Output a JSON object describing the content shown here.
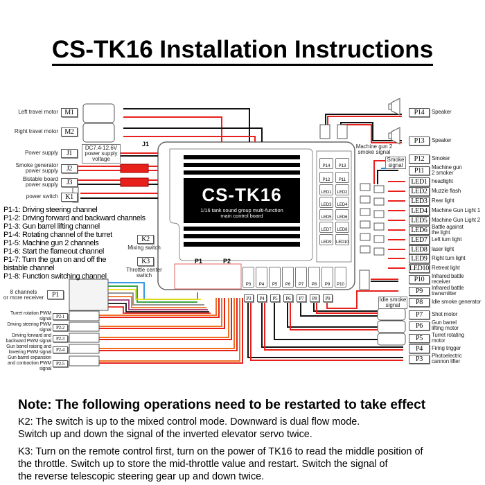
{
  "title": "CS-TK16 Installation Instructions",
  "board": {
    "name": "CS-TK16",
    "subtitle": "1/16 tank sound group multi-function\nmain control board",
    "p1_header": "P1",
    "p2_header": "P2",
    "j1_label": "J1",
    "power_supply_voltage": "DC7.4-12.6V\npower supply\nvoltage",
    "smoke_signal": "Smoke\nsignal",
    "idle_smoke_signal": "Idle smoke\nsignal",
    "mg2_smoke_signal": "Machine gun 2\nsmoke signal",
    "onboard_ports": [
      "P14",
      "P13",
      "P12",
      "P11",
      "LED1",
      "LED2",
      "LED3",
      "LED4",
      "LED5",
      "LED6",
      "LED7",
      "LED8",
      "LED9",
      "LED10"
    ],
    "bottom_ports": [
      "P3",
      "P4",
      "P5",
      "P6",
      "P7",
      "P8",
      "P9",
      "P10"
    ]
  },
  "left_items": [
    {
      "tag": "M1",
      "label": "Left travel motor"
    },
    {
      "tag": "M2",
      "label": "Right travel motor"
    },
    {
      "tag": "J1",
      "label": "Power supply"
    },
    {
      "tag": "J2",
      "label": "Smoke generator\npower supply"
    },
    {
      "tag": "J3",
      "label": "Bistable board\npower supply"
    },
    {
      "tag": "K1",
      "label": "power switch"
    }
  ],
  "switches": [
    {
      "tag": "K2",
      "label": "Mixing switch"
    },
    {
      "tag": "K3",
      "label": "Throttle center\nswitch"
    }
  ],
  "p1_channels": [
    "P1-1: Driving steering channel",
    "P1-2: Driving forward and backward channels",
    "P1-3: Gun barrel lifting channel",
    "P1-4: Rotating channel of the turret",
    "P1-5: Machine gun 2 channels",
    "P1-6: Start the flameout channel",
    "P1-7: Turn the gun on and off the\nbistable channel",
    "P1-8: Function switching channel"
  ],
  "receiver": {
    "tag": "P1",
    "label": "8 channels\nor more receiver"
  },
  "pwm_items": [
    {
      "tag": "P2-1",
      "label": "Turret rotation PWM\nsignal"
    },
    {
      "tag": "P2-2",
      "label": "Driving steering PWM\nsignal"
    },
    {
      "tag": "P2-3",
      "label": "Driving forward and\nbackward PWM signal"
    },
    {
      "tag": "P2-4",
      "label": "Gun barrel raising and\nlowering PWM signal"
    },
    {
      "tag": "P2-5",
      "label": "Gun barrel expansion\nand contraction PWM\nsignal"
    }
  ],
  "right_items": [
    {
      "tag": "P14",
      "label": "Speaker"
    },
    {
      "tag": "P13",
      "label": "Speaker"
    },
    {
      "tag": "P12",
      "label": "Smoker"
    },
    {
      "tag": "P11",
      "label": "Machine gun\n2 smoker"
    },
    {
      "tag": "LED1",
      "label": "headlight"
    },
    {
      "tag": "LED2",
      "label": "Muzzle flash"
    },
    {
      "tag": "LED3",
      "label": "Rear light"
    },
    {
      "tag": "LED4",
      "label": "Machine Gun Light 1"
    },
    {
      "tag": "LED5",
      "label": "Machine Gun Light 2"
    },
    {
      "tag": "LED6",
      "label": "Battle against\nthe light"
    },
    {
      "tag": "LED7",
      "label": "Left turn light"
    },
    {
      "tag": "LED8",
      "label": "laser light"
    },
    {
      "tag": "LED9",
      "label": "Right turn light"
    },
    {
      "tag": "LED10",
      "label": "Retreat light"
    },
    {
      "tag": "P10",
      "label": "Infrared battle\nreceiver"
    },
    {
      "tag": "P9",
      "label": "Infrared battle\ntransmitter"
    },
    {
      "tag": "P8",
      "label": "Idle smoke generator"
    },
    {
      "tag": "P7",
      "label": "Shot motor"
    },
    {
      "tag": "P6",
      "label": "Gun barrel\nlifting motor"
    },
    {
      "tag": "P5",
      "label": "Turret rotating\nmotor"
    },
    {
      "tag": "P4",
      "label": "Firing trigger"
    },
    {
      "tag": "P3",
      "label": "Photoelectric\ncannon lifter"
    }
  ],
  "notes": {
    "heading": "Note: The following operations need to be restarted to take effect",
    "k2": "K2: The switch is up to the mixed control mode. Downward is dual flow mode.\nSwitch up and down the signal of the inverted elevator servo twice.",
    "k3": "K3: Turn on the remote control first, turn on the power of TK16 to read the middle position of\nthe throttle. Switch up to store the mid-throttle value and restart. Switch the signal of\nthe reverse telescopic steering gear up and down twice."
  },
  "colors": {
    "wire_red": "#e8201c",
    "wire_black": "#111111",
    "wire_blue": "#1a8ee0",
    "wire_green": "#1f9a2a",
    "wire_yellow": "#f0e000",
    "wire_orange": "#f07020"
  }
}
